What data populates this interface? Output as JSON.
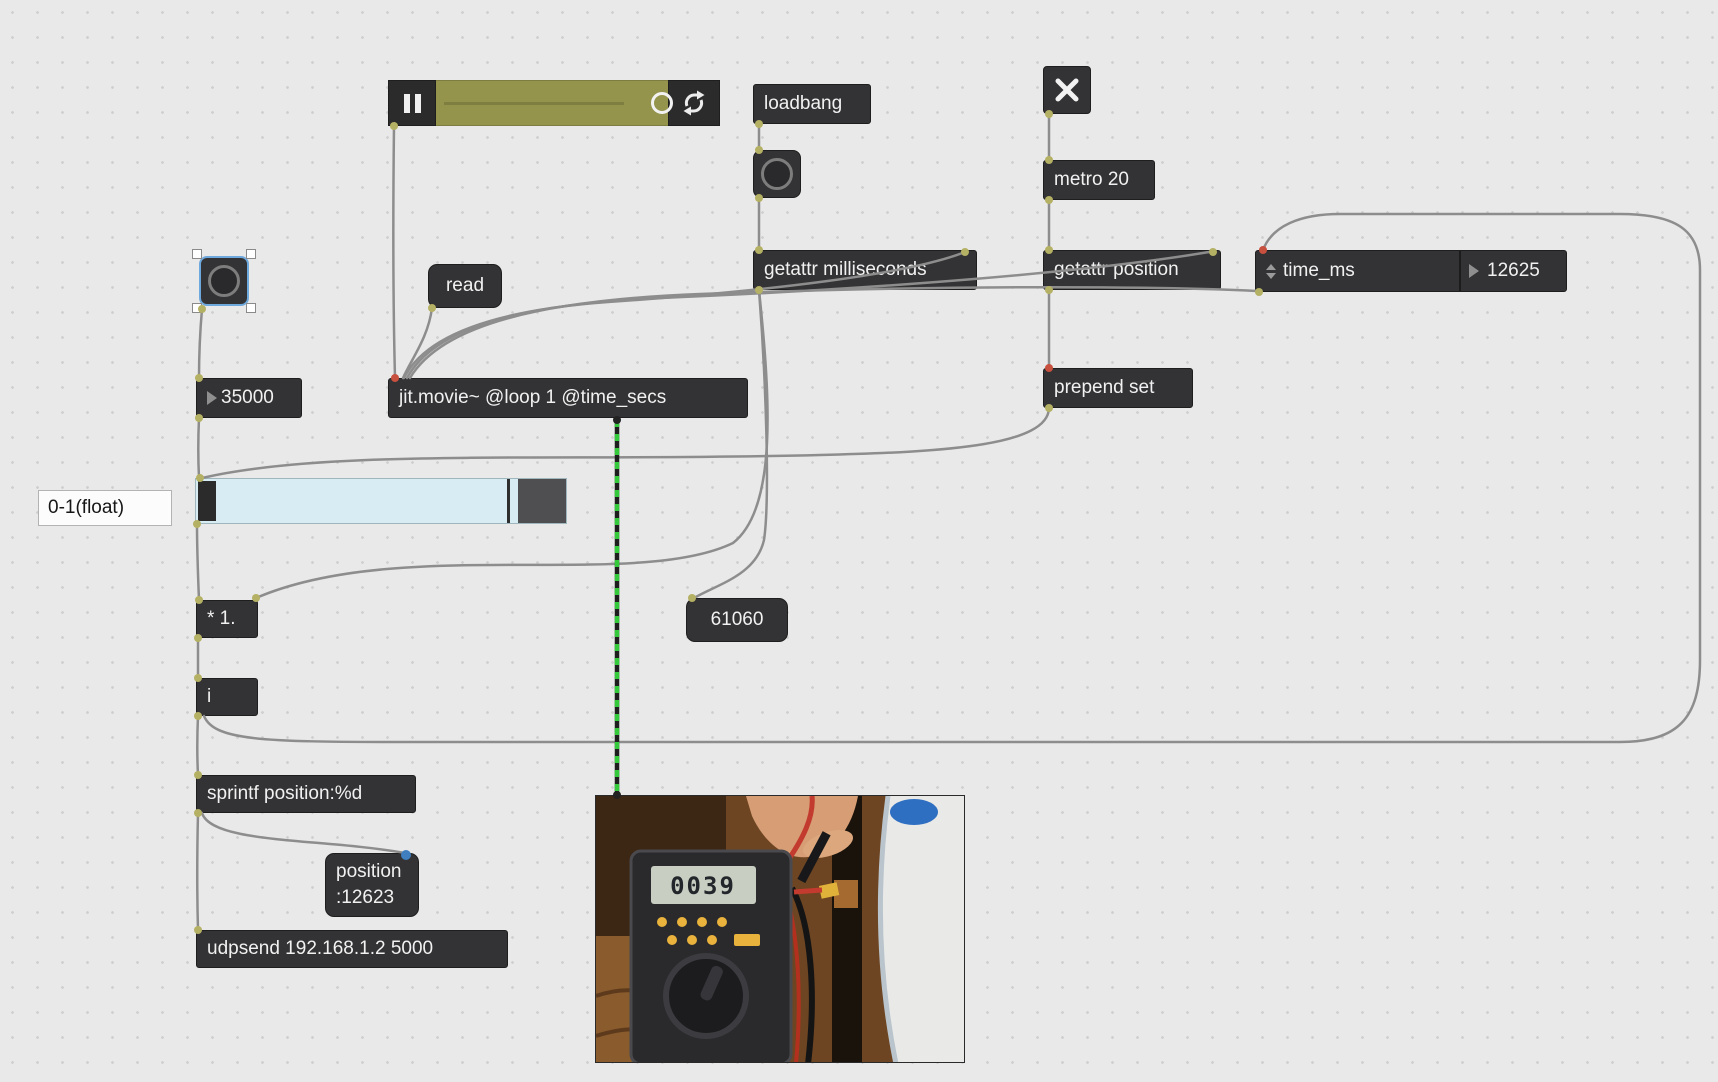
{
  "objects": {
    "loadbang": "loadbang",
    "metro": "metro 20",
    "getattr_ms": "getattr milliseconds",
    "getattr_pos": "getattr position",
    "time_attr_label": "time_ms",
    "time_attr_value": "12625",
    "read_msg": "read",
    "movie": "jit.movie~ @loop 1 @time_secs",
    "prepend": "prepend set",
    "num_35000": "35000",
    "comment": "0-1(float)",
    "mult": "* 1.",
    "int": "i",
    "sprintf": "sprintf position:%d",
    "pos_msg_line1": "position",
    "pos_msg_line2": ":12623",
    "udpsend": "udpsend 192.168.1.2 5000",
    "num_61060": "61060"
  },
  "video": {
    "lcd": "0039"
  },
  "icons": {
    "pause": "pause-bars",
    "loop": "circular-arrows",
    "toggle": "x-mark",
    "bang": "circle",
    "number_triangle": "right-triangle",
    "attrui_arrows": "up-down-triangles"
  },
  "colors": {
    "box": "#333335",
    "cord": "#8d8d8d",
    "jitter_green": "#35c93c",
    "playbar_track": "#94944d",
    "slider_track": "#d8edf3",
    "selection": "#6fa8dc"
  }
}
